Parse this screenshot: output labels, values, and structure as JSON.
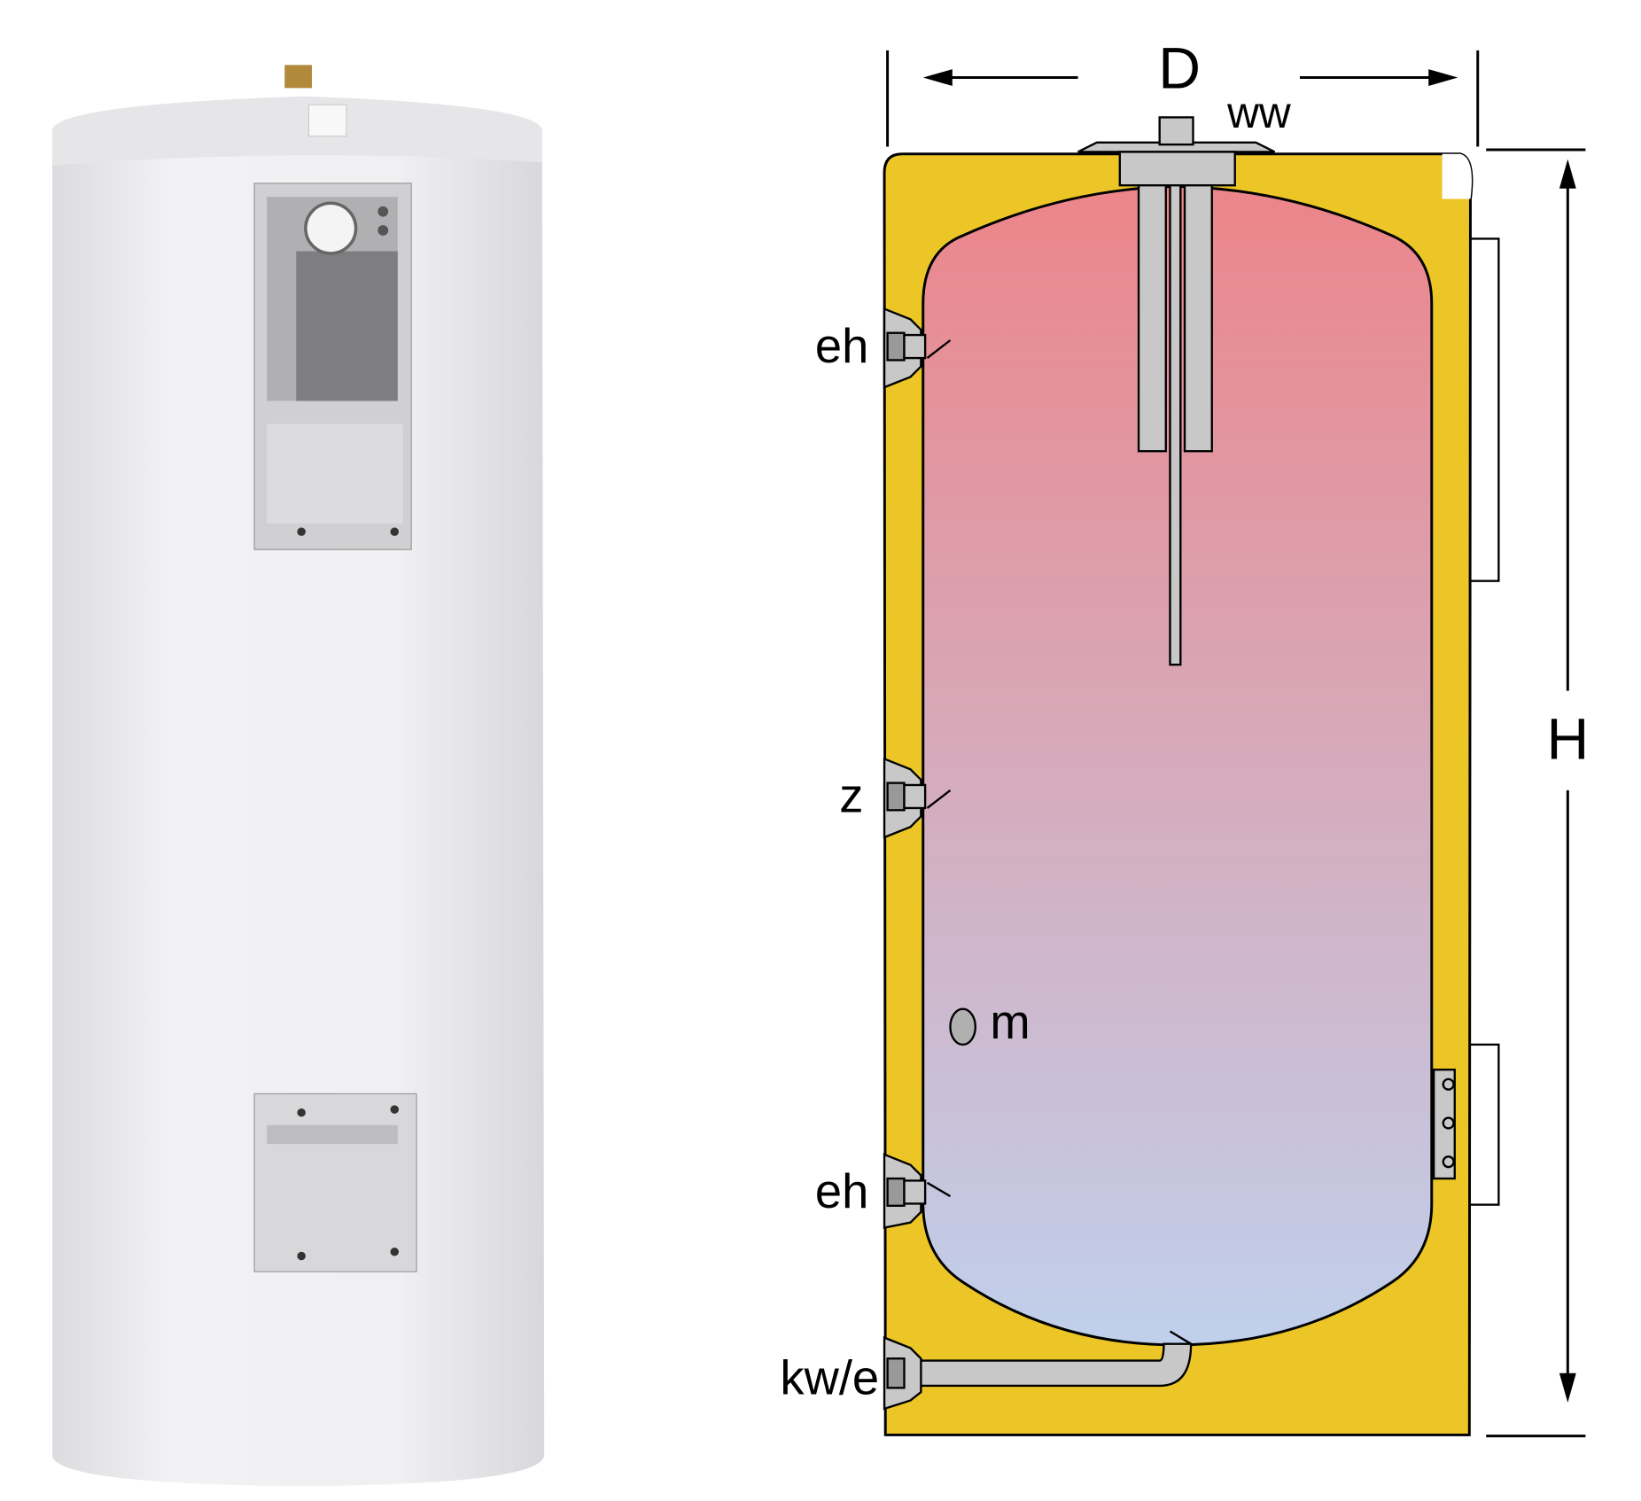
{
  "figure": {
    "photo": {
      "subject": "water-heater-photo"
    },
    "diagram": {
      "dimension_width_label": "D",
      "dimension_height_label": "H",
      "connections": {
        "hot_water": "ww",
        "upper_heater": "eh",
        "circulation": "z",
        "sensor": "m",
        "lower_heater": "eh",
        "cold_water_drain": "kw/e"
      }
    },
    "colors": {
      "insulation": "#ebc626",
      "tank_top": "#ec858a",
      "tank_bottom": "#c0d0ec",
      "fitting": "#c8c8c8",
      "casing": "#f2f2f4"
    }
  }
}
